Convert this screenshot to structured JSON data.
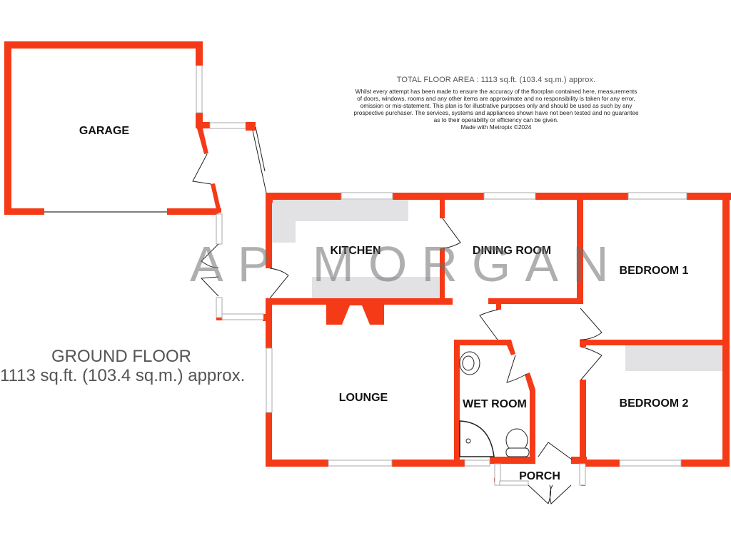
{
  "header": {
    "total_area": "TOTAL FLOOR AREA : 1113 sq.ft. (103.4 sq.m.) approx.",
    "disclaimer_lines": [
      "Whilst every attempt has been made to ensure the accuracy of the floorplan contained here, measurements",
      "of doors, windows, rooms and any other items are approximate and no responsibility is taken for any error,",
      "omission or mis-statement. This plan is for illustrative purposes only and should be used as such by any",
      "prospective purchaser. The services, systems and appliances shown have not been tested and no guarantee",
      "as to their operability or efficiency can be given."
    ],
    "made_with": "Made with Metropix ©2024"
  },
  "floor": {
    "name": "GROUND FLOOR",
    "area": "1113 sq.ft. (103.4 sq.m.) approx."
  },
  "watermark": "AP MORGAN",
  "rooms": [
    {
      "name": "GARAGE"
    },
    {
      "name": "KITCHEN"
    },
    {
      "name": "DINING ROOM"
    },
    {
      "name": "BEDROOM 1"
    },
    {
      "name": "LOUNGE"
    },
    {
      "name": "WET ROOM"
    },
    {
      "name": "BEDROOM 2"
    },
    {
      "name": "PORCH"
    }
  ],
  "colors": {
    "wall": "#f53a17",
    "fixture": "#e2e2e4",
    "window": "#b0b0b0",
    "text": "#111111",
    "caption": "#555555"
  }
}
